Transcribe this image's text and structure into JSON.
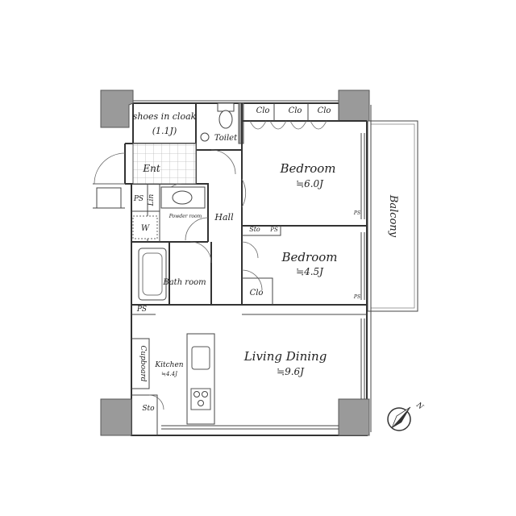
{
  "rooms": {
    "shoes_cloak": "shoes in cloak",
    "shoes_cloak_size": "(1.1J)",
    "toilet": "Toilet",
    "clo_1": "Clo",
    "clo_2": "Clo",
    "clo_3": "Clo",
    "bedroom_1": "Bedroom",
    "bedroom_1_size": "≒6.0J",
    "balcony": "Balcony",
    "ent": "Ent",
    "ps_1": "PS",
    "lin": "Lin",
    "powder_room": "Powder room",
    "hall": "Hall",
    "w": "W",
    "sto_1": "Sto",
    "ps_2": "PS",
    "ps_bed1": "PS",
    "bedroom_2": "Bedroom",
    "bedroom_2_size": "≒4.5J",
    "bath_room": "Bath room",
    "clo_4": "Clo",
    "ps_bed2": "PS",
    "ps_3": "PS",
    "cupboard": "Cupboard",
    "kitchen": "Kitchen",
    "kitchen_size": "≒4.4J",
    "living_dining": "Living Dining",
    "living_dining_size": "≒9.6J",
    "sto_2": "Sto"
  },
  "compass": {
    "north": "N"
  }
}
